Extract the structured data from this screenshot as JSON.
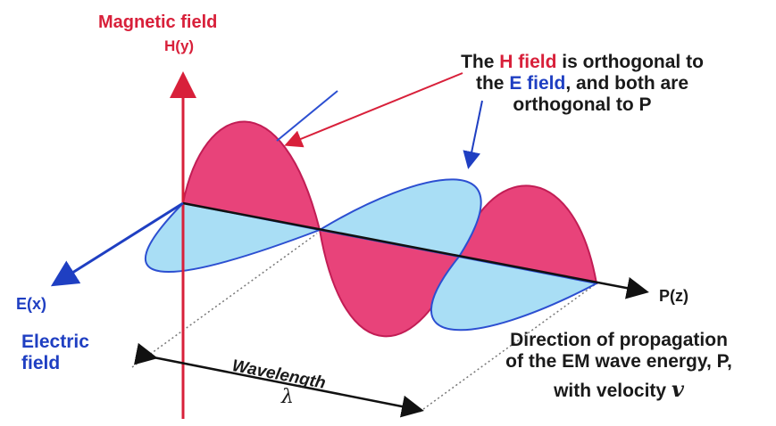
{
  "labels": {
    "magnetic_field": "Magnetic field",
    "h_axis": "H(y)",
    "e_axis": "E(x)",
    "electric_field_line1": "Electric",
    "electric_field_line2": "field",
    "p_axis": "P(z)",
    "wavelength": "Wavelength",
    "lambda": "λ",
    "velocity_symbol": "v"
  },
  "note_top": {
    "line1_a": "The ",
    "line1_h": "H field",
    "line1_b": " is orthogonal to",
    "line2_a": "the ",
    "line2_e": "E field",
    "line2_b": ", and both are",
    "line3": "orthogonal to P"
  },
  "note_bottom": {
    "line1": "Direction of propagation",
    "line2": "of the EM wave energy, P,",
    "line3": "with velocity "
  },
  "colors": {
    "magnetic": "#e8437a",
    "electric": "#a9def5",
    "electric_outline": "#2c4fd1",
    "h_axis": "#d8203a",
    "e_axis": "#1f3fc2"
  }
}
